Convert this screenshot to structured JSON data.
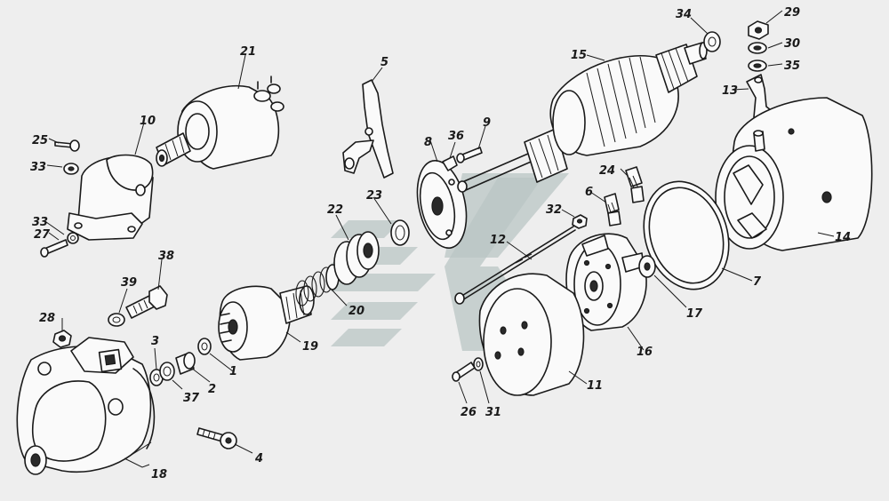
{
  "diagram": {
    "type": "exploded-assembly-drawing",
    "labels": {
      "p1": "1",
      "p2": "2",
      "p3": "3",
      "p4": "4",
      "p5": "5",
      "p6": "6",
      "p7": "7",
      "p8": "8",
      "p9": "9",
      "p10": "10",
      "p11": "11",
      "p12": "12",
      "p13": "13",
      "p14": "14",
      "p15": "15",
      "p16": "16",
      "p17": "17",
      "p18": "18",
      "p19": "19",
      "p20": "20",
      "p21": "21",
      "p22": "22",
      "p23": "23",
      "p24": "24",
      "p25": "25",
      "p26": "26",
      "p27": "27",
      "p28": "28",
      "p29": "29",
      "p30": "30",
      "p31": "31",
      "p32": "32",
      "p33a": "33",
      "p33b": "33",
      "p34": "34",
      "p35": "35",
      "p36": "36",
      "p37": "37",
      "p38": "38",
      "p39": "39"
    }
  }
}
